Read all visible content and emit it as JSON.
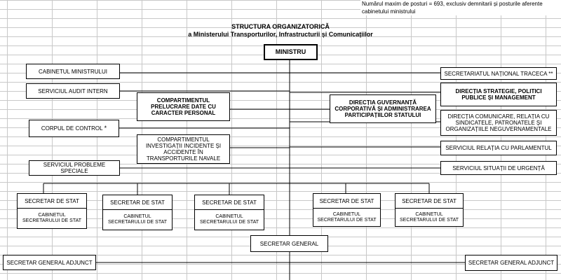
{
  "note": "Numărul maxim de posturi = 693, exclusiv demnitarii și posturile aferente cabinetului ministrului",
  "title": {
    "line1": "STRUCTURA ORGANIZATORICĂ",
    "line2": "a Ministerului Transporturilor, Infrastructurii și Comunicațiilor"
  },
  "nodes": {
    "ministru": "MINISTRU",
    "cabinet_ministru": "CABINETUL MINISTRULUI",
    "audit": "SERVICIUL AUDIT INTERN",
    "corp_control": "CORPUL DE CONTROL",
    "corp_control_mark": "*",
    "probleme_speciale": "SERVICIUL PROBLEME SPECIALE",
    "prelucrare_date": "COMPARTIMENTUL PRELUCRARE DATE CU CARACTER PERSONAL",
    "investigatii": "COMPARTIMENTUL INVESTIGAȚII INCIDENTE ȘI ACCIDENTE ÎN TRANSPORTURILE NAVALE",
    "guvernanta": "DIRECȚIA GUVERNANȚĂ CORPORATIVĂ ȘI ADMINISTRAREA PARTICIPAȚIILOR STATULUI",
    "traceca": "SECRETARIATUL NAȚIONAL TRACECA **",
    "strategie": "DIRECȚIA STRATEGIE, POLITICI PUBLICE ȘI MANAGEMENT",
    "comunicare": "DIRECȚIA COMUNICARE, RELAȚIA CU SINDICATELE, PATRONATELE ȘI ORGANIZAȚIILE NEGUVERNAMENTALE",
    "parlament": "SERVICIUL RELAȚIA CU PARLAMENTUL",
    "urgenta": "SERVICIUL SITUAȚII DE URGENȚĂ",
    "secretar_general": "SECRETAR GENERAL",
    "sg_adjunct_left": "SECRETAR GENERAL ADJUNCT",
    "sg_adjunct_right": "SECRETAR GENERAL ADJUNCT"
  },
  "secretari_stat": [
    {
      "title": "SECRETAR DE STAT",
      "cabinet": "CABINETUL SECRETARULUI DE STAT"
    },
    {
      "title": "SECRETAR DE STAT",
      "cabinet": "CABINETUL SECRETARULUI DE STAT"
    },
    {
      "title": "SECRETAR DE STAT",
      "cabinet": "CABINETUL SECRETARULUI DE STAT"
    },
    {
      "title": "SECRETAR DE STAT",
      "cabinet": "CABINETUL SECRETARULUI DE STAT"
    },
    {
      "title": "SECRETAR DE STAT",
      "cabinet": "CABINETUL SECRETARULUI DE STAT"
    }
  ]
}
